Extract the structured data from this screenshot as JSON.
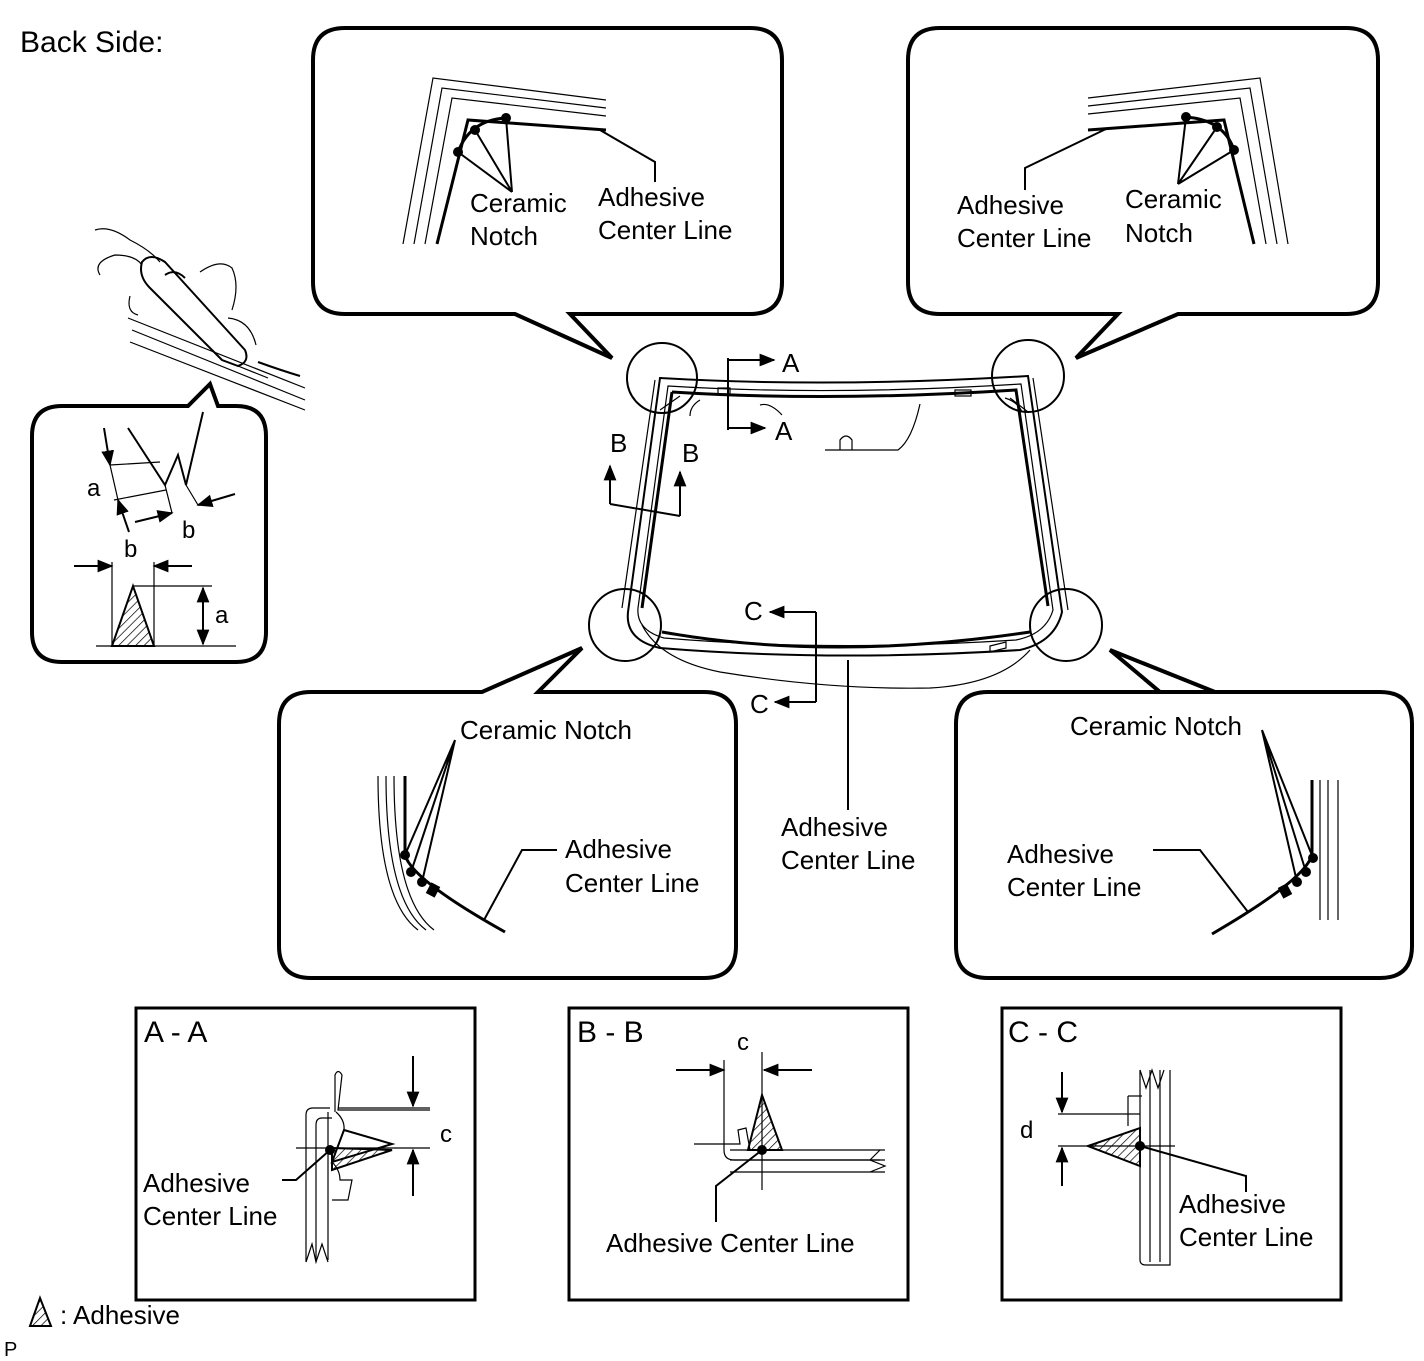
{
  "title": "Back Side:",
  "labels": {
    "ceramic": "Ceramic",
    "notch": "Notch",
    "ceramic_notch": "Ceramic Notch",
    "adhesive": "Adhesive",
    "center_line": "Center Line",
    "adhesive_center_line": "Adhesive Center Line"
  },
  "section_markers": {
    "a": "A",
    "b": "B",
    "c": "C"
  },
  "dimensions": {
    "a": "a",
    "b": "b",
    "c": "c",
    "d": "d"
  },
  "sections": {
    "aa": "A - A",
    "bb": "B - B",
    "cc": "C - C"
  },
  "legend": {
    "text": ": Adhesive"
  },
  "footer": "P"
}
